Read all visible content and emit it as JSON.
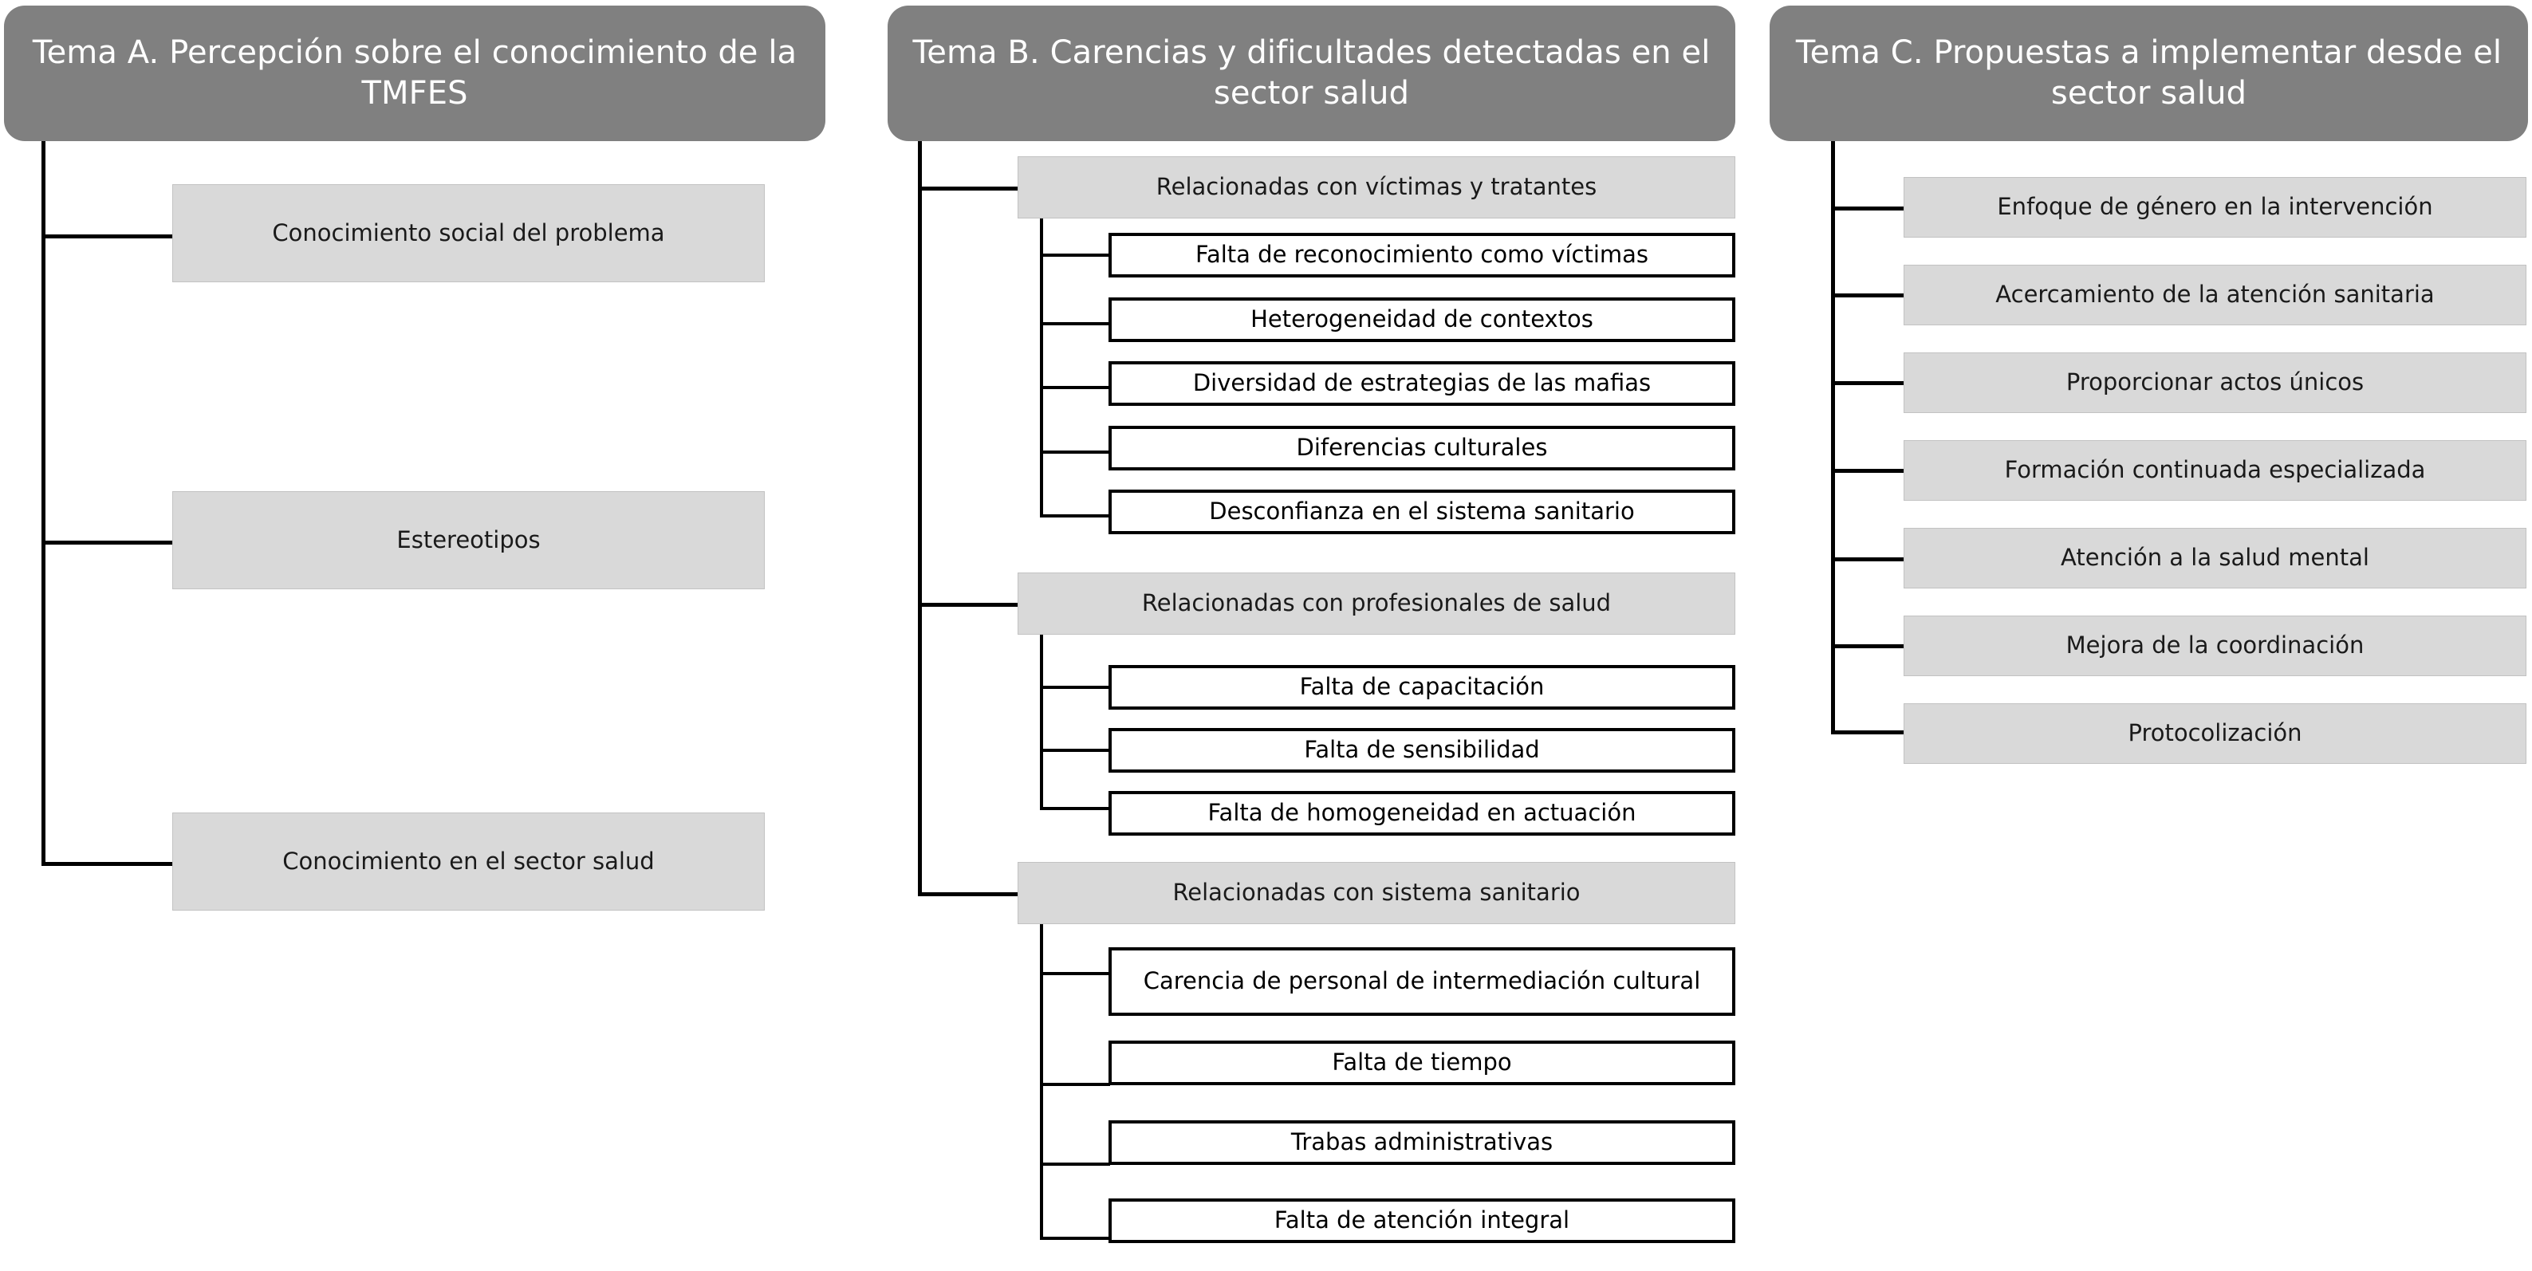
{
  "diagram": {
    "title_text_color": "#ffffff",
    "header_color": "#808080",
    "node_fill_color": "#d9d9d9",
    "line_color": "#000000",
    "columns": [
      {
        "id": "tema-a",
        "header": "Tema A. Percepción sobre el conocimiento de la TMFES",
        "items": [
          {
            "label": "Conocimiento social del problema"
          },
          {
            "label": "Estereotipos"
          },
          {
            "label": "Conocimiento en el sector salud"
          }
        ]
      },
      {
        "id": "tema-b",
        "header": "Tema B. Carencias y dificultades detectadas en el sector salud",
        "groups": [
          {
            "label": "Relacionadas con víctimas y tratantes",
            "items": [
              {
                "label": "Falta de reconocimiento como víctimas"
              },
              {
                "label": "Heterogeneidad de contextos"
              },
              {
                "label": "Diversidad de estrategias de las mafias"
              },
              {
                "label": "Diferencias culturales"
              },
              {
                "label": "Desconfianza en el sistema sanitario"
              }
            ]
          },
          {
            "label": "Relacionadas con profesionales de salud",
            "items": [
              {
                "label": "Falta de capacitación"
              },
              {
                "label": "Falta de sensibilidad"
              },
              {
                "label": "Falta de homogeneidad en actuación"
              }
            ]
          },
          {
            "label": "Relacionadas con sistema sanitario",
            "items": [
              {
                "label": "Carencia de personal de intermediación cultural"
              },
              {
                "label": "Falta de tiempo"
              },
              {
                "label": "Trabas administrativas"
              },
              {
                "label": "Falta de atención integral"
              }
            ]
          }
        ]
      },
      {
        "id": "tema-c",
        "header": "Tema C. Propuestas a implementar desde el sector salud",
        "items": [
          {
            "label": "Enfoque de género en la intervención"
          },
          {
            "label": "Acercamiento de la atención sanitaria"
          },
          {
            "label": "Proporcionar actos únicos"
          },
          {
            "label": "Formación continuada especializada"
          },
          {
            "label": "Atención a la salud mental"
          },
          {
            "label": "Mejora de la coordinación"
          },
          {
            "label": "Protocolización"
          }
        ]
      }
    ]
  }
}
